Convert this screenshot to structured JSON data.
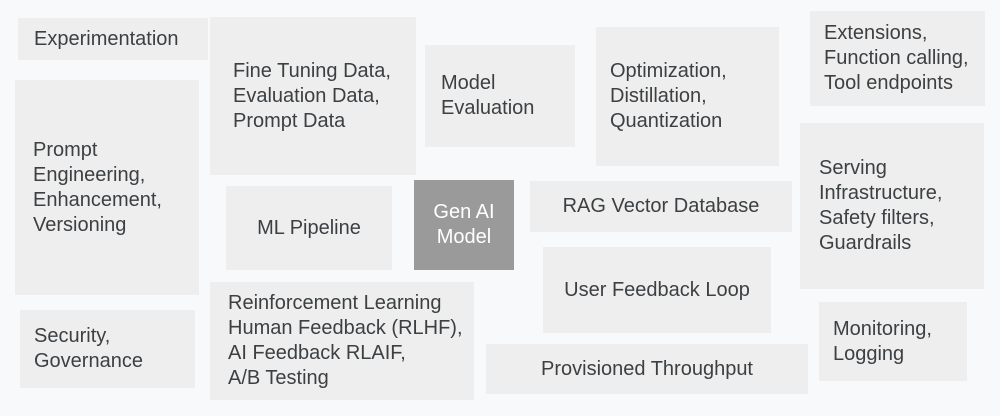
{
  "diagram": {
    "colors": {
      "background": "#f8f9fa",
      "box_fill": "#eeeeee",
      "core_fill": "#9a9a9a",
      "text": "#3c4043",
      "core_text": "#ffffff"
    },
    "boxes": {
      "experimentation": "Experimentation",
      "prompt_engineering": "Prompt\nEngineering,\nEnhancement,\nVersioning",
      "security": "Security,\nGovernance",
      "fine_tuning_data": "Fine Tuning Data,\nEvaluation Data,\nPrompt Data",
      "ml_pipeline": "ML Pipeline",
      "rlhf": "Reinforcement Learning\nHuman Feedback (RLHF),\nAI Feedback RLAIF,\nA/B Testing",
      "model_evaluation": "Model\nEvaluation",
      "gen_ai_model": "Gen AI\nModel",
      "optimization": "Optimization,\nDistillation,\nQuantization",
      "rag_vector_database": "RAG Vector Database",
      "user_feedback_loop": "User Feedback Loop",
      "provisioned_throughput": "Provisioned Throughput",
      "extensions": "Extensions,\nFunction calling,\nTool endpoints",
      "serving_infrastructure": "Serving\nInfrastructure,\nSafety filters,\nGuardrails",
      "monitoring": "Monitoring,\nLogging"
    }
  }
}
